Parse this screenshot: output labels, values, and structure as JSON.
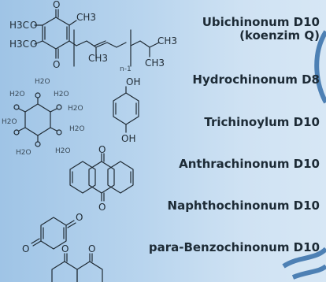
{
  "labels": [
    "Ubichinonum D10",
    "(koenzim Q)",
    "Hydrochinonum D8",
    "Trichinoylum D10",
    "Anthrachinonum D10",
    "Naphthochinonum D10",
    "para-Benzochinonum D10"
  ],
  "structures": {
    "ubiquinone": [
      "O",
      "O",
      "H3C",
      "H3C",
      "O",
      "O",
      "CH3",
      "CH3",
      "CH3",
      "CH3",
      "n-1"
    ],
    "trichinoyl": [
      "H2O",
      "H2O",
      "H2O",
      "H2O",
      "H2O",
      "H2O",
      "H2O",
      "H2O"
    ],
    "hydroquinone": [
      "OH",
      "OH"
    ],
    "anthraquinone": [
      "O",
      "O"
    ],
    "benzoquinone": [
      "O",
      "O"
    ],
    "naphthoquinone": [
      "O",
      "O"
    ]
  },
  "colors": {
    "label_text": "#1d2b36",
    "structure_stroke": "#1f2a33",
    "swirl": "#3e74ad"
  }
}
